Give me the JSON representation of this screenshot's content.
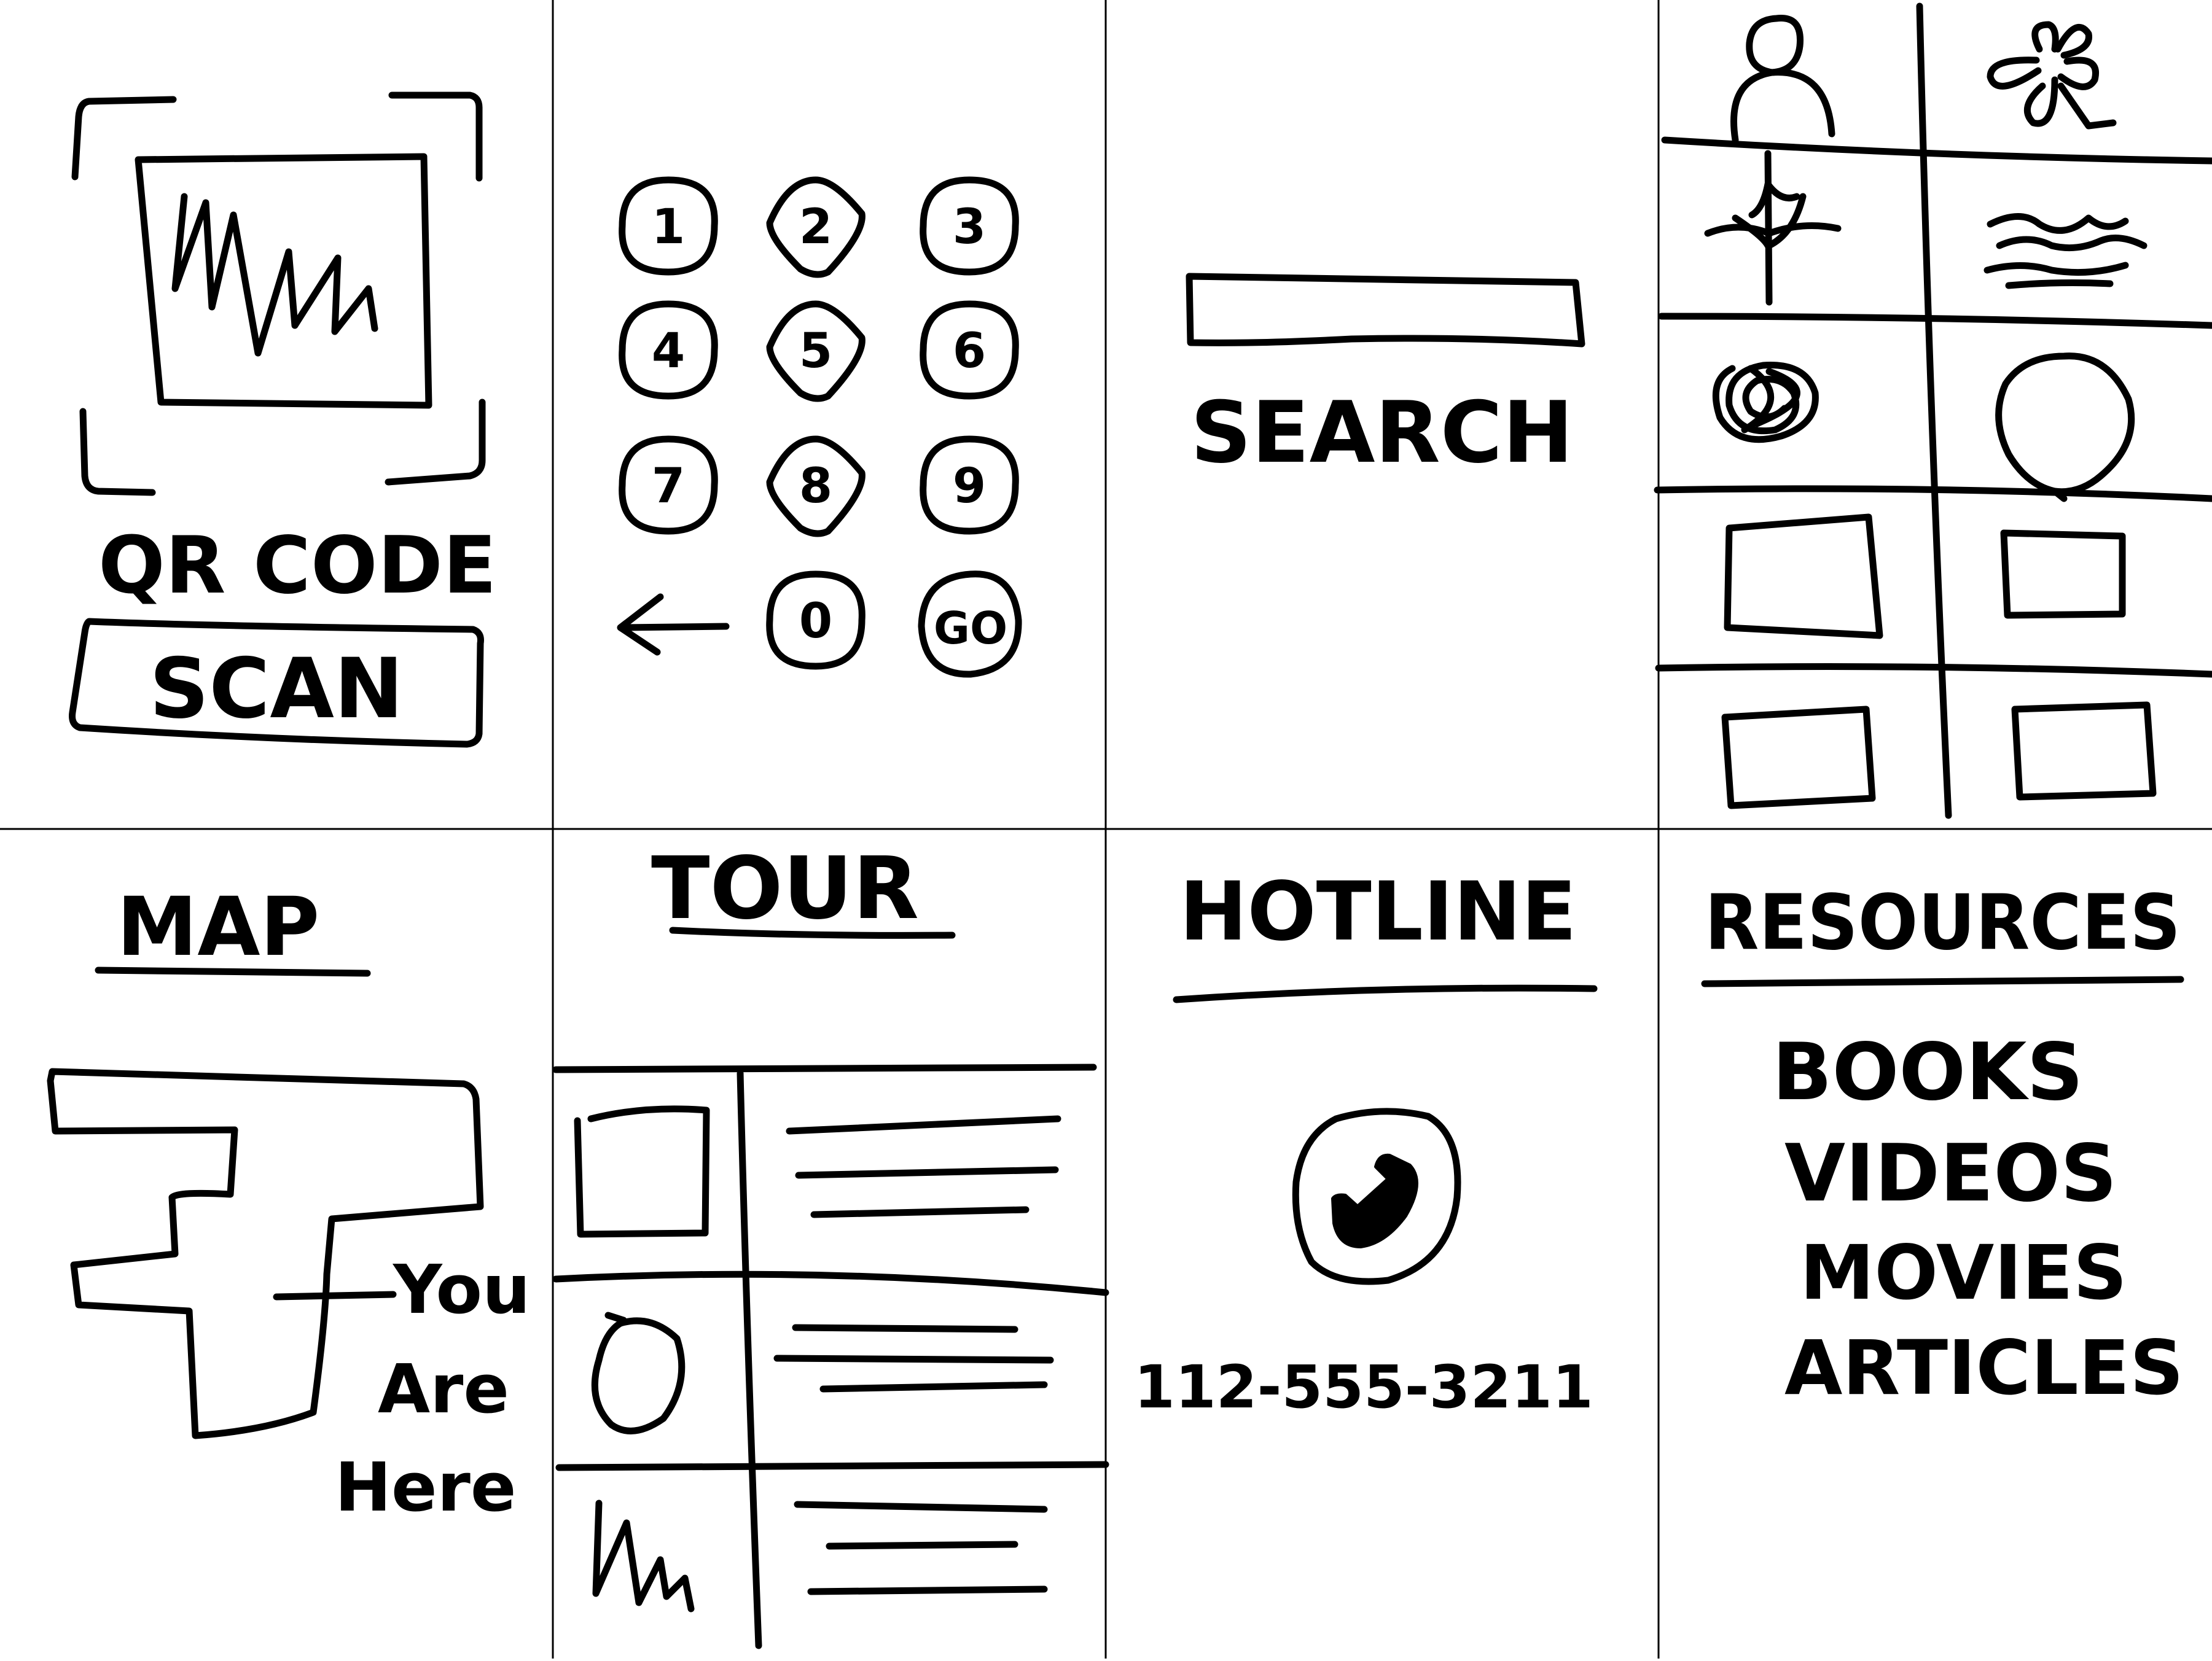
{
  "colors": {
    "ink": "#000000",
    "paper": "#ffffff"
  },
  "qr": {
    "title": "QR CODE",
    "button": "SCAN"
  },
  "keypad": {
    "keys": [
      "1",
      "2",
      "3",
      "4",
      "5",
      "6",
      "7",
      "8",
      "9",
      "0"
    ],
    "back_icon": "left-arrow-icon",
    "go": "GO"
  },
  "search": {
    "label": "SEARCH"
  },
  "gallery": {
    "icons": [
      "person-icon",
      "flower-icon",
      "palm-tree-icon",
      "waves-icon",
      "scribble-icon",
      "balloon-icon"
    ]
  },
  "map": {
    "title": "MAP",
    "marker": [
      "You",
      "Are",
      "Here"
    ]
  },
  "tour": {
    "title": "TOUR"
  },
  "hotline": {
    "title": "HOTLINE",
    "phone": "112-555-3211",
    "icon": "phone-icon"
  },
  "resources": {
    "title": "RESOURCES",
    "items": [
      "BOOKS",
      "VIDEOS",
      "MOVIES",
      "ARTICLES"
    ]
  }
}
